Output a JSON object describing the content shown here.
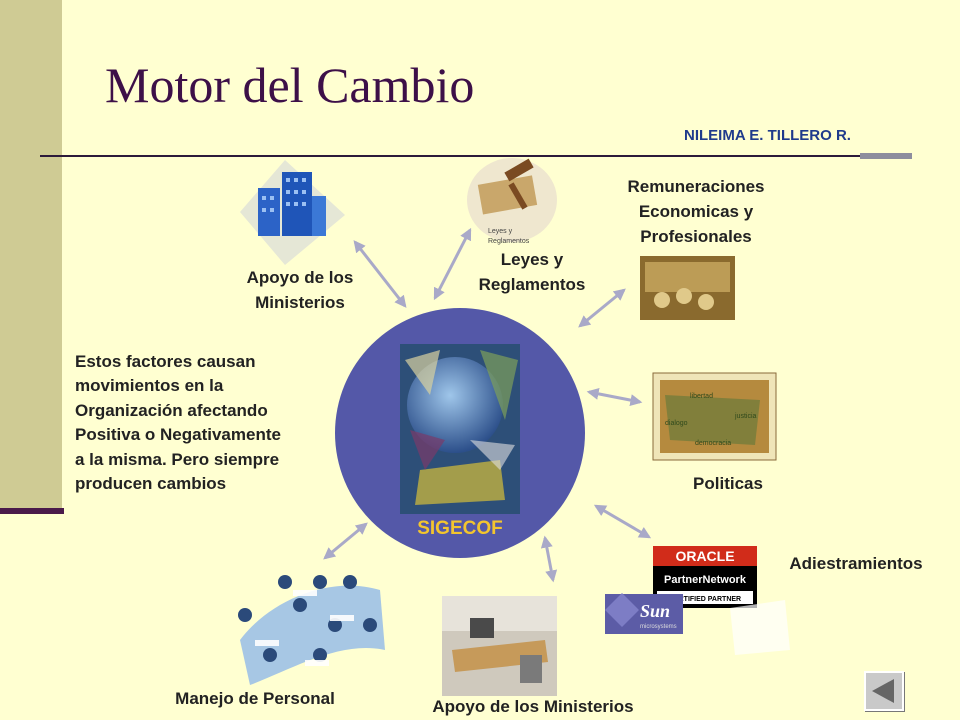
{
  "slide": {
    "title": "Motor del Cambio",
    "author": "NILEIMA E. TILLERO R."
  },
  "center": {
    "label": "SIGECOF"
  },
  "nodes": {
    "ministerios_top": {
      "label_lines": [
        "Apoyo de los",
        "Ministerios"
      ]
    },
    "leyes": {
      "label_lines": [
        "Leyes y",
        "Reglamentos"
      ],
      "image_caption_lines": [
        "Leyes y",
        "Reglamentos"
      ]
    },
    "remuneraciones": {
      "label_lines": [
        "Remuneraciones",
        "Economicas y",
        "Profesionales"
      ]
    },
    "politicas": {
      "label": "Politicas",
      "image_words": [
        "libertad",
        "justicia",
        "democracia",
        "dialogo"
      ]
    },
    "adiestramientos": {
      "label": "Adiestramientos",
      "oracle_lines": [
        "ORACLE",
        "PartnerNetwork",
        "CERTIFIED PARTNER"
      ],
      "sun_text": "Sun",
      "sun_sub": "microsystems"
    },
    "ministerios_bottom": {
      "label": "Apoyo de los Ministerios"
    },
    "personal": {
      "label": "Manejo de Personal"
    }
  },
  "description": {
    "lines": [
      "Estos factores causan",
      "movimientos en la",
      "Organización afectando",
      "Positiva o Negativamente",
      "a la misma. Pero siempre",
      "producen cambios"
    ]
  },
  "colors": {
    "background": "#ffffd1",
    "sidebar": "#cfcb94",
    "title": "#3d1048",
    "author": "#1f3b8c",
    "circle": "#5458a8",
    "arrow": "#a9a9c8"
  },
  "icons": {
    "back_button": "back-arrow-icon"
  }
}
